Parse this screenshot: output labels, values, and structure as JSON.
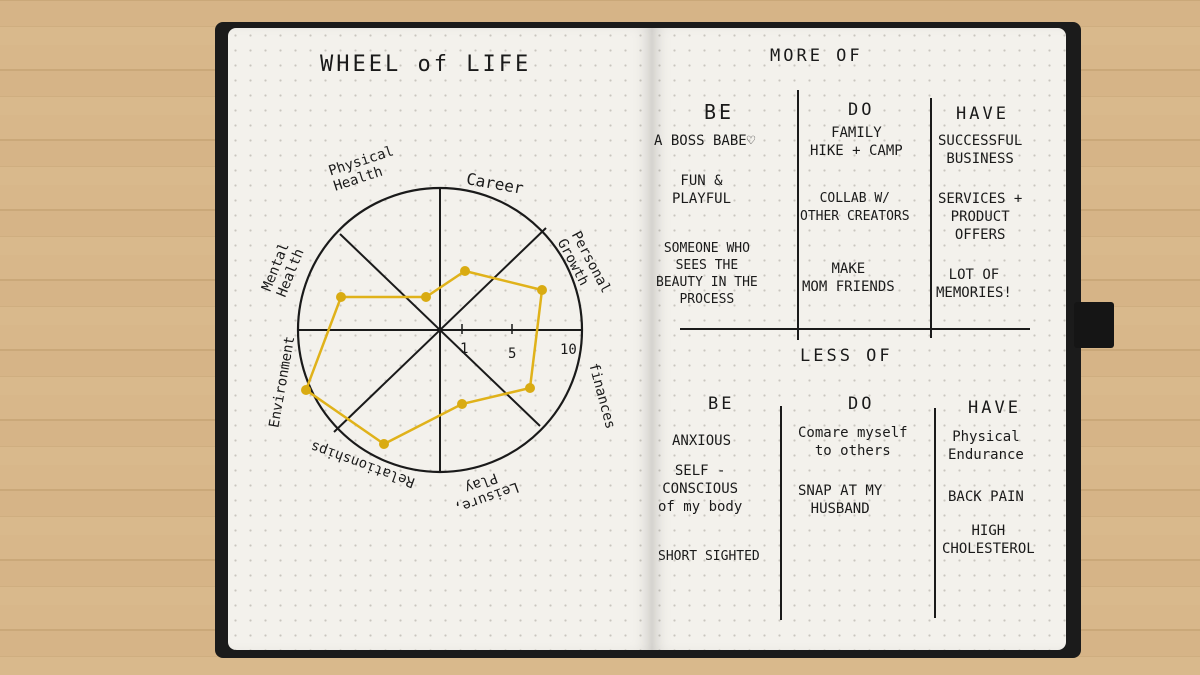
{
  "left_page": {
    "title": "WHEEL of LIFE",
    "wheel": {
      "labels": {
        "physical_health": "Physical\nHealth",
        "career": "Career",
        "personal_growth": "Personal\nGrowth",
        "finances": "finances",
        "leisure_play": "Leisure,\nPlay",
        "relationships": "Relationships",
        "environment": "Environment",
        "mental_health": "Mental\nHealth"
      },
      "scale": {
        "one": "1",
        "five": "5",
        "ten": "10"
      },
      "line_color": "#1a1a1a",
      "highlight_color": "#e0b21a"
    }
  },
  "right_page": {
    "more_of": {
      "heading": "MORE OF",
      "be": {
        "header": "BE",
        "items": [
          "A BOSS BABE♡",
          "FUN &\nPLAYFUL",
          "SOMEONE WHO\nSEES THE\nBEAUTY IN THE\nPROCESS"
        ]
      },
      "do": {
        "header": "DO",
        "items": [
          "FAMILY\nHIKE + CAMP",
          "COLLAB W/\nOTHER CREATORS",
          "MAKE\nMOM FRIENDS"
        ]
      },
      "have": {
        "header": "HAVE",
        "items": [
          "SUCCESSFUL\nBUSINESS",
          "SERVICES +\nPRODUCT\nOFFERS",
          "LOT OF\nMEMORIES!"
        ]
      }
    },
    "less_of": {
      "heading": "LESS OF",
      "be": {
        "header": "BE",
        "items": [
          "ANXIOUS",
          "SELF -\nCONSCIOUS\nof my body",
          "SHORT SIGHTED"
        ]
      },
      "do": {
        "header": "DO",
        "items": [
          "Comare myself\nto others",
          "SNAP AT MY\nHUSBAND"
        ]
      },
      "have": {
        "header": "HAVE",
        "items": [
          "Physical\nEndurance",
          "BACK PAIN",
          "HIGH\nCHOLESTEROL"
        ]
      }
    }
  }
}
